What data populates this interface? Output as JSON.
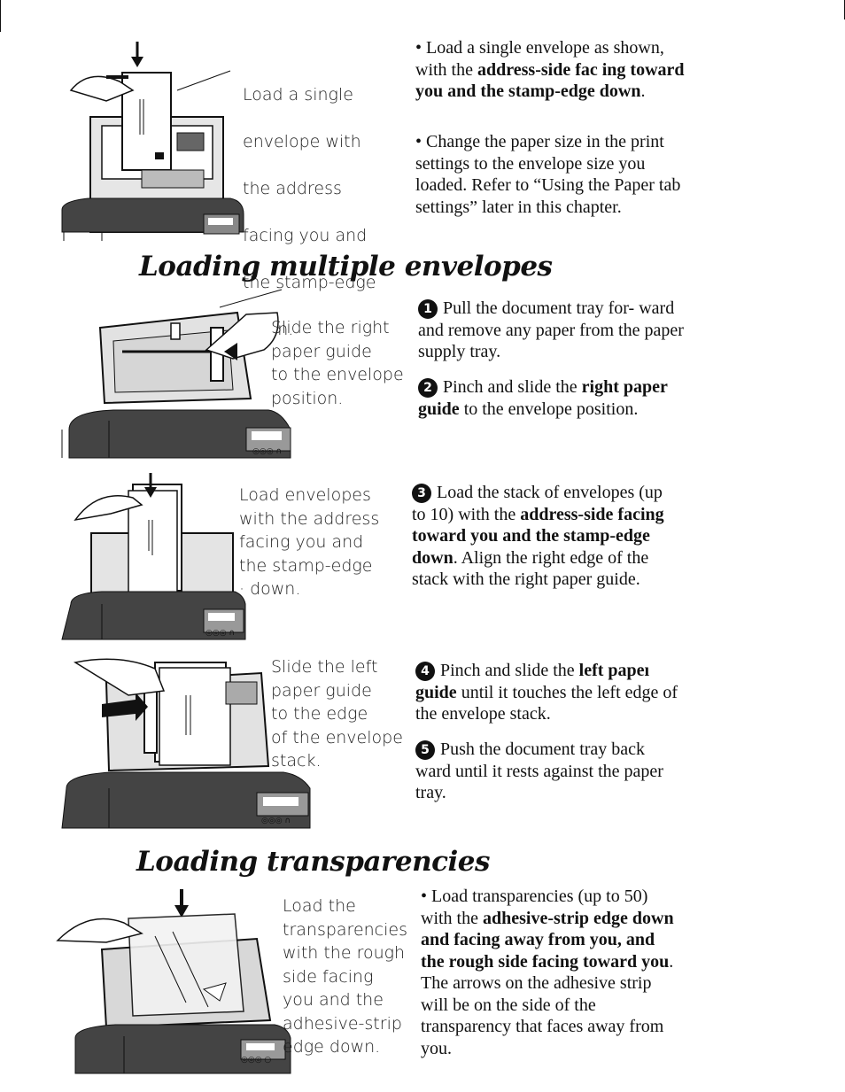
{
  "sections": {
    "single_envelope": {
      "caption_lines": [
        "Load a single",
        "envelope with",
        "the address",
        "facing you and",
        "the stamp-edge",
        "down."
      ],
      "bullets": [
        {
          "parts": [
            [
              "",
              "• Load a single envelope as shown, with the "
            ],
            [
              "b",
              "address-side fac ing toward you and the stamp-edge down"
            ],
            [
              "",
              "."
            ]
          ]
        },
        {
          "parts": [
            [
              "",
              "• Change the paper size in the print settings to the envelope size you loaded. Refer to “Using the Paper tab settings” later in this chapter."
            ]
          ]
        }
      ]
    },
    "multiple_envelopes": {
      "heading": "Loading multiple envelopes",
      "steps": [
        {
          "marker": "1",
          "caption": "Slide the right\npaper guide\nto the envelope\nposition.",
          "parts": [
            [
              "",
              "Pull the document tray for- ward and remove any paper from the paper supply tray."
            ]
          ]
        },
        {
          "marker": "2",
          "parts": [
            [
              "",
              "Pinch and slide the "
            ],
            [
              "b",
              "right paper guide"
            ],
            [
              "",
              " to the envelope position."
            ]
          ]
        },
        {
          "marker": "3",
          "caption": "Load envelopes\nwith the address\nfacing you and\nthe stamp-edge\n· down.",
          "parts": [
            [
              "",
              "Load the stack of envelopes (up to 10) with the "
            ],
            [
              "b",
              "address-side facing toward you and the stamp-edge down"
            ],
            [
              "",
              ". Align the right edge of the stack with the right paper guide."
            ]
          ]
        },
        {
          "marker": "4",
          "caption": "Slide the left\npaper guide\nto the edge\nof the envelope\nstack.",
          "parts": [
            [
              "",
              "Pinch and slide the "
            ],
            [
              "b",
              "left papeı guide"
            ],
            [
              "",
              " until it touches the left edge of the envelope stack."
            ]
          ]
        },
        {
          "marker": "5",
          "parts": [
            [
              "",
              "Push the document tray back ward until it rests against the paper tray."
            ]
          ]
        }
      ]
    },
    "transparencies": {
      "heading": "Loading transparencies",
      "caption": "Load the\ntransparencies\nwith the rough\nside facing\nyou and the\nadhesive-strip\n      edge down.",
      "parts": [
        [
          "",
          "• Load transparencies (up to 50) with the "
        ],
        [
          "b",
          "adhesive-strip edge down and facing away from you, and the rough side facing toward you"
        ],
        [
          "",
          ". The arrows on the adhesive strip will be on the side of the transparency that faces away from you."
        ]
      ]
    }
  },
  "panel_glyphs": [
    "◎◎◎ ∩",
    "◎◎◎ ∩",
    "◎◎◎ ∩",
    "◎◎◎ ○"
  ]
}
